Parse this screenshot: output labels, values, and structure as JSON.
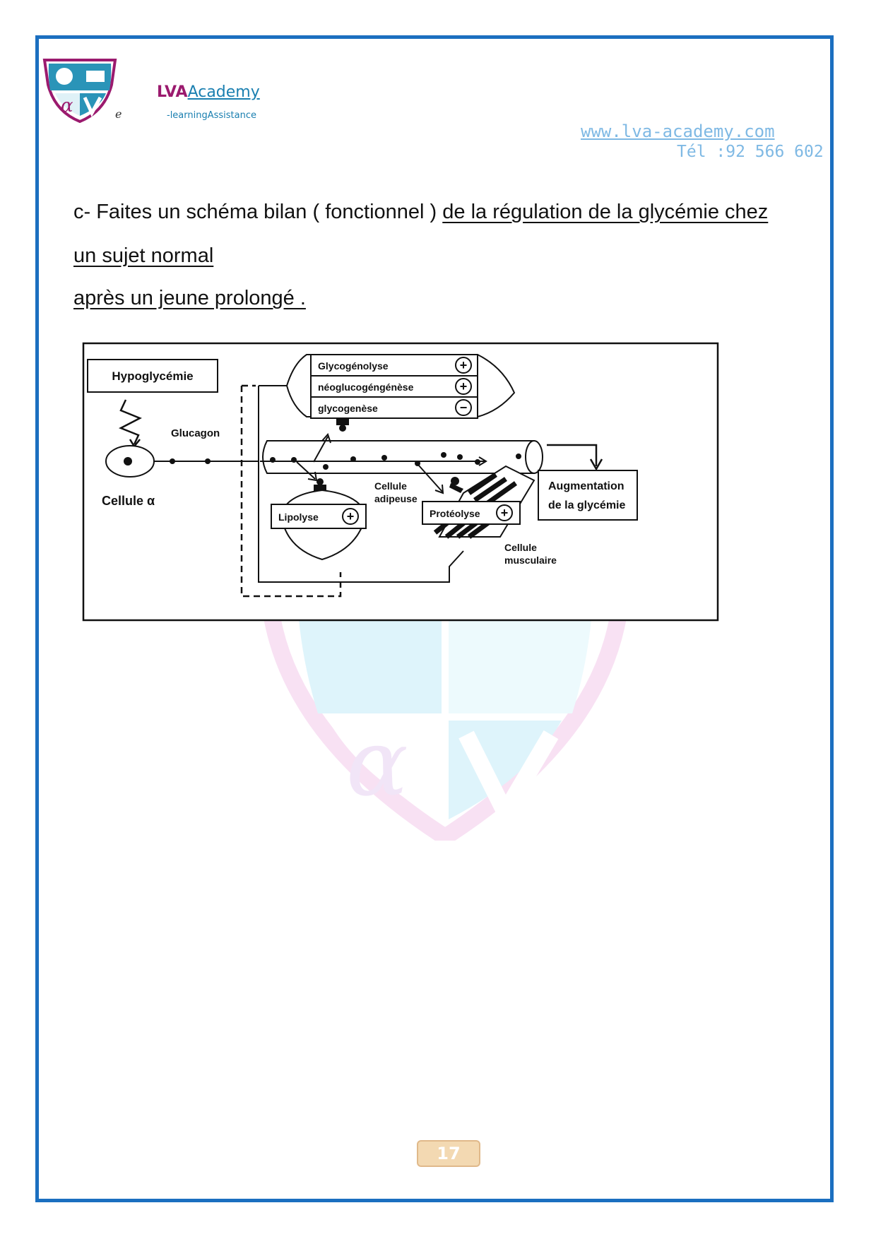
{
  "header": {
    "brand_lva": "LVA",
    "brand_academy": "Academy",
    "brand_sub": "-learningAssistance",
    "brand_e": "e",
    "website": "www.lva-academy.com",
    "phone": "Tél :92 566 602"
  },
  "question": {
    "line1_plain": "c- Faites un schéma bilan ( fonctionnel ) ",
    "line1_underlined": "de la régulation de la glycémie chez ",
    "line2": "un sujet normal",
    "line3": "après un jeune prolongé ."
  },
  "diagram": {
    "hypoglycemie": "Hypoglycémie",
    "glucagon": "Glucagon",
    "cellule_alpha": "Cellule α",
    "processes": {
      "glycogenolyse": "Glycogénolyse",
      "neoglucogenese": "néoglucogéngénèse",
      "glycogenese": "glycogenèse"
    },
    "cellule_adipeuse_1": "Cellule",
    "cellule_adipeuse_2": "adipeuse",
    "lipolyse": "Lipolyse",
    "proteolyse": "Protéolyse",
    "cellule_musculaire_1": "Cellule",
    "cellule_musculaire_2": "musculaire",
    "augmentation_1": "Augmentation",
    "augmentation_2": "de la glycémie",
    "plus": "+",
    "minus": "−"
  },
  "footer": {
    "page_number": "17"
  },
  "colors": {
    "frame": "#1b6fc0",
    "brand_magenta": "#9b1a6e",
    "brand_teal": "#1a7fb0",
    "link": "#7fb9e4",
    "page_badge": "#f3d9b2"
  }
}
